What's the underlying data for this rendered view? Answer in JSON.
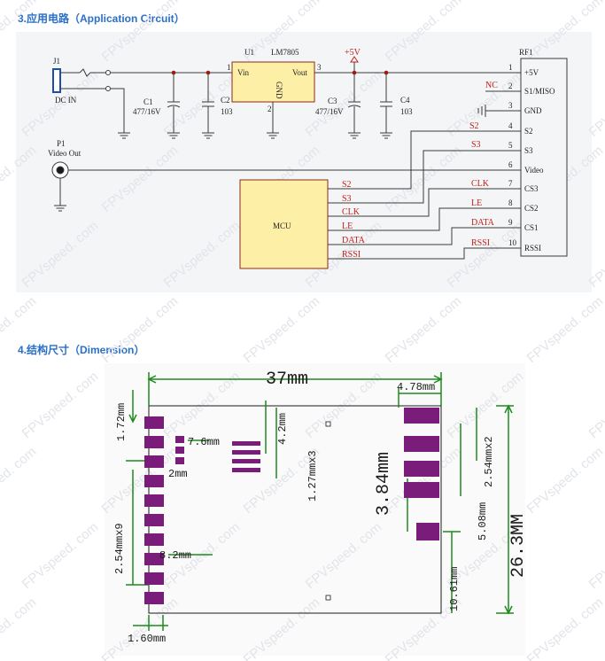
{
  "sections": {
    "application": "3.应用电路（Application Circuit）",
    "dimension": "4.结构尺寸（Dimension）"
  },
  "watermark": "FPVspeed. com",
  "schematic": {
    "j1_ref": "J1",
    "j1_label": "DC IN",
    "p1_ref": "P1",
    "p1_label": "Video Out",
    "c1_ref": "C1",
    "c1_value": "477/16V",
    "c2_ref": "C2",
    "c2_value": "103",
    "c3_ref": "C3",
    "c3_value": "477/16V",
    "c4_ref": "C4",
    "c4_value": "103",
    "u1_ref": "U1",
    "u1_part": "LM7805",
    "u1_vin": "Vin",
    "u1_vout": "Vout",
    "u1_gnd": "GND",
    "u1_pin1": "1",
    "u1_pin2": "2",
    "u1_pin3": "3",
    "supply_label": "+5V",
    "rf_ref": "RF1",
    "nc_label": "NC",
    "mcu_label": "MCU",
    "rf_pins": [
      {
        "num": "1",
        "name": "+5V"
      },
      {
        "num": "2",
        "name": "S1/MISO"
      },
      {
        "num": "3",
        "name": "GND"
      },
      {
        "num": "4",
        "name": "S2"
      },
      {
        "num": "5",
        "name": "S3"
      },
      {
        "num": "6",
        "name": "Video"
      },
      {
        "num": "7",
        "name": "CS3"
      },
      {
        "num": "8",
        "name": "CS2"
      },
      {
        "num": "9",
        "name": "CS1"
      },
      {
        "num": "10",
        "name": "RSSI"
      }
    ],
    "mcu_pins": [
      "S2",
      "S3",
      "CLK",
      "LE",
      "DATA",
      "RSSI"
    ],
    "net_labels": [
      "S2",
      "S3",
      "CLK",
      "LE",
      "DATA",
      "RSSI"
    ]
  },
  "dimension": {
    "width": "37mm",
    "height": "26.3MM",
    "shield_width": "4.78mm",
    "top_pitch": "1.72mm",
    "inner_gap": "7.6mm",
    "inner_height": "4.2mm",
    "left_short": "2mm",
    "small_pitch": "1.27mmx3",
    "left_pins": "2.54mmx9",
    "left_offset": "8.2mm",
    "left_width": "1.60mm",
    "right_mid": "3.84mm",
    "right_pitch": "2.54mmx2",
    "right_gap": "5.08mm",
    "bottom_right": "10.61mm"
  },
  "colors": {
    "title": "#2a6fc9",
    "ic_fill": "#fdf0a6",
    "wire": "#3a3a3a",
    "junction": "#9a1c12",
    "label_red": "#c0201a",
    "dim_green": "#1c8a1c",
    "pad_purple": "#7a1d7a"
  }
}
